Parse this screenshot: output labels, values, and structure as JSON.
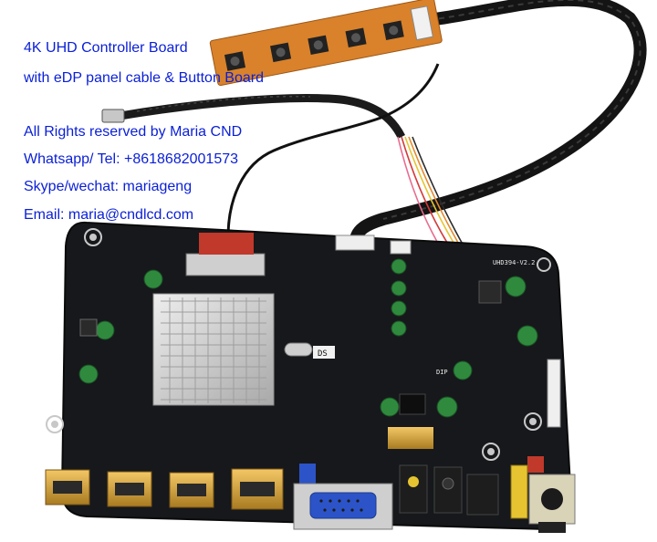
{
  "captions": [
    "4K UHD Controller Board",
    "with eDP panel cable & Button Board",
    "All Rights reserved by Maria CND",
    "Whatsapp/ Tel: +8618682001573",
    "Skype/wechat: mariageng",
    "Email: maria@cndlcd.com"
  ],
  "board": {
    "model_label": "UHD394-V2.2",
    "silk_label": "DS",
    "arrow_label": "DIP"
  },
  "colors": {
    "caption_text": "#0a1fd6",
    "pcb": "#16181b",
    "key_board": "#d9822b",
    "heatsink": "#d6d6d6"
  }
}
